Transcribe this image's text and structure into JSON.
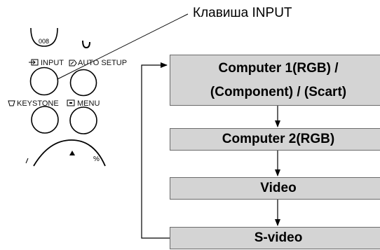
{
  "callout": {
    "text": "Клавиша INPUT"
  },
  "remote": {
    "top_button_partial": "008",
    "input_label": "INPUT",
    "auto_setup_label": "AUTO SETUP",
    "keystone_label": "KEYSTONE",
    "menu_label": "MENU"
  },
  "flow": {
    "steps": [
      {
        "line1": "Computer 1(RGB) /",
        "line2": "(Component) / (Scart)"
      },
      {
        "line1": "Computer 2(RGB)"
      },
      {
        "line1": "Video"
      },
      {
        "line1": "S-video"
      }
    ]
  },
  "colors": {
    "box_fill": "#d4d4d4",
    "box_border": "#6b6b6b",
    "line": "#000000"
  }
}
